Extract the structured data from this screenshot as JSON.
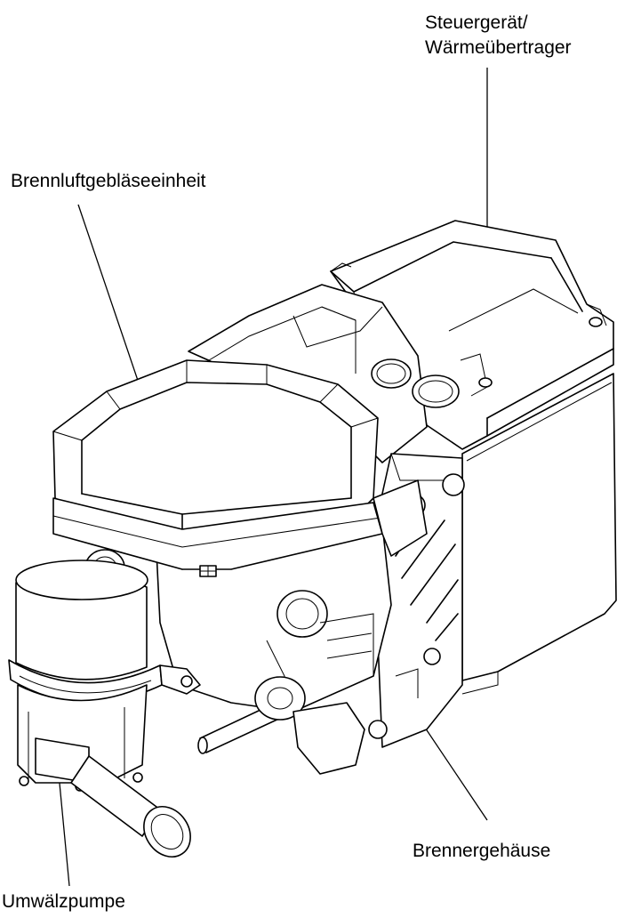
{
  "labels": {
    "steuergeraet_line1": "Steuergerät/",
    "steuergeraet_line2": "Wärmeübertrager",
    "brennluft": "Brennluftgebläseeinheit",
    "brennergehaeuse": "Brennergehäuse",
    "umwaelzpumpe": "Umwälzpumpe"
  }
}
